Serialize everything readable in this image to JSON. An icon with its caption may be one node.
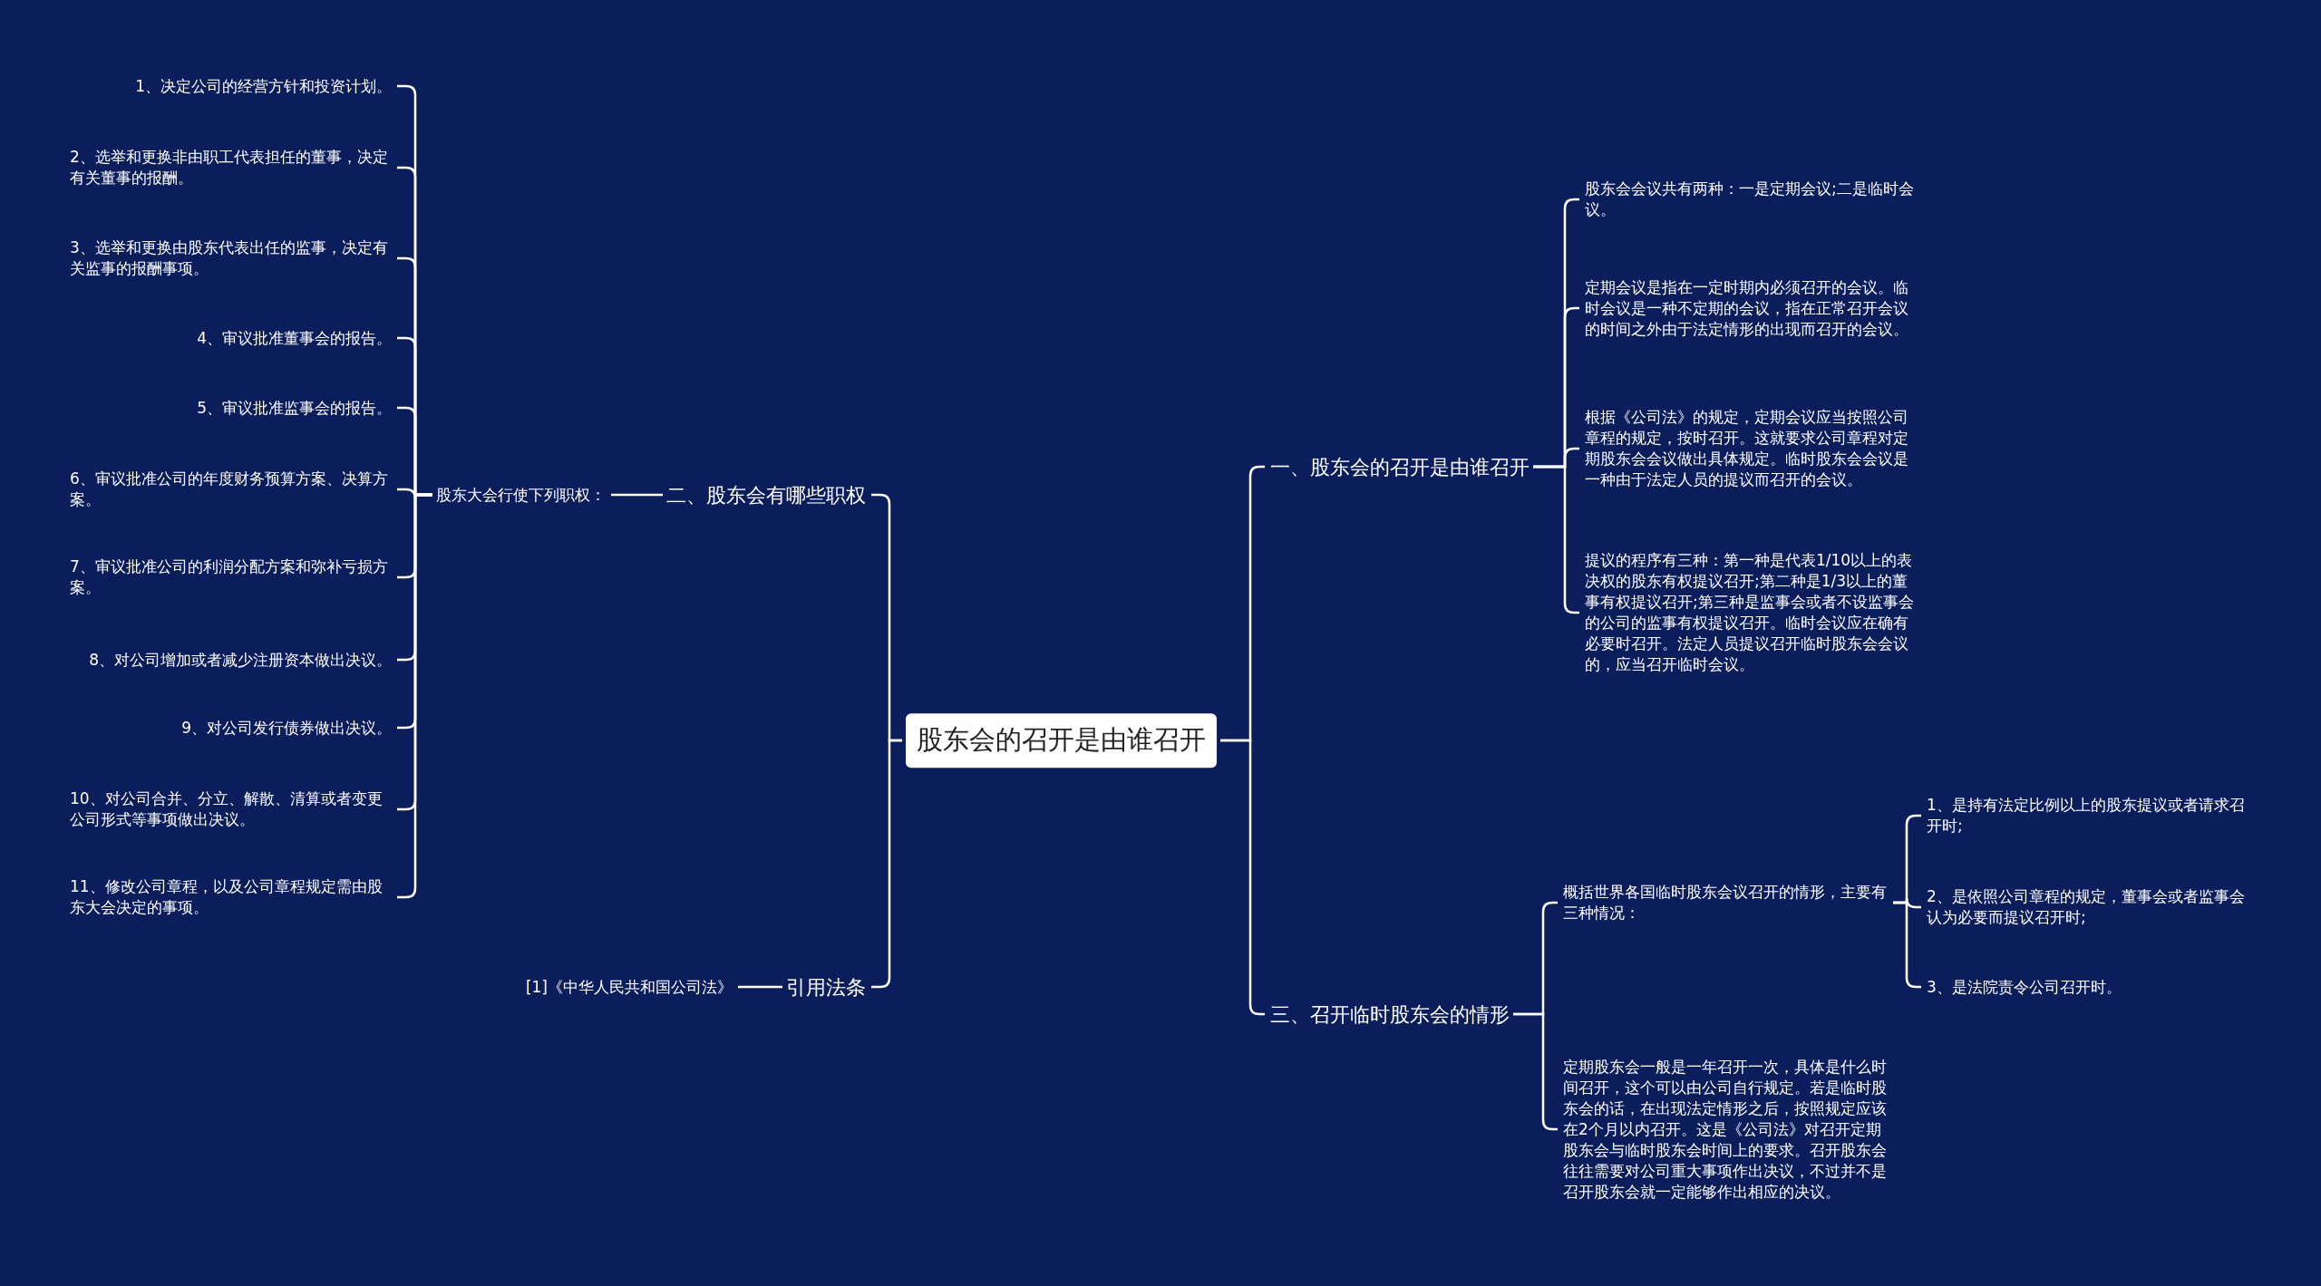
{
  "diagram": {
    "nodes": [
      {
        "text": [
          "股东会的召开是由谁召开"
        ]
      },
      {
        "text": [
          "一、股东会的召开是由谁召开"
        ]
      },
      {
        "text": [
          "股东会会议共有两种：一是定期会议;二是临时会议。"
        ]
      },
      {
        "text": [
          "定期会议是指在一定时期内必须召开的会议。临时会议是一种不定期的会议，指在正常召开会议的时间之外由于法定情形的出现而召开的会议。"
        ]
      },
      {
        "text": [
          "根据《公司法》的规定，定期会议应当按照公司章程的规定，按时召开。这就要求公司章程对定期股东会会议做出具体规定。临时股东会会议是一种由于法定人员的提议而召开的会议。"
        ]
      },
      {
        "text": [
          "提议的程序有三种：第一种是代表1/10以上的表决权的股东有权提议召开;第二种是1/3以上的董事有权提议召开;第三种是监事会或者不设监事会的公司的监事有权提议召开。临时会议应在确有必要时召开。法定人员提议召开临时股东会会议的，应当召开临时会议。"
        ]
      },
      {
        "text": [
          "三、召开临时股东会的情形"
        ]
      },
      {
        "text": [
          "概括世界各国临时股东会议召开的情形，主要有三种情况："
        ]
      },
      {
        "text": [
          "1、是持有法定比例以上的股东提议或者请求召开时;"
        ]
      },
      {
        "text": [
          "2、是依照公司章程的规定，董事会或者监事会认为必要而提议召开时;"
        ]
      },
      {
        "text": [
          "3、是法院责令公司召开时。"
        ]
      },
      {
        "text": [
          "定期股东会一般是一年召开一次，具体是什么时间召开，这个可以由公司自行规定。若是临时股东会的话，在出现法定情形之后，按照规定应该在2个月以内召开。这是《公司法》对召开定期股东会与临时股东会时间上的要求。召开股东会往往需要对公司重大事项作出决议，不过并不是召开股东会就一定能够作出相应的决议。"
        ]
      },
      {
        "text": [
          "二、股东会有哪些职权"
        ]
      },
      {
        "text": [
          "股东大会行使下列职权："
        ]
      },
      {
        "text": [
          "1、决定公司的经营方针和投资计划。"
        ]
      },
      {
        "text": [
          "2、选举和更换非由职工代表担任的董事，决定有关董事的报酬。"
        ]
      },
      {
        "text": [
          "3、选举和更换由股东代表出任的监事，决定有关监事的报酬事项。"
        ]
      },
      {
        "text": [
          "4、审议批准董事会的报告。"
        ]
      },
      {
        "text": [
          "5、审议批准监事会的报告。"
        ]
      },
      {
        "text": [
          "6、审议批准公司的年度财务预算方案、决算方案。"
        ]
      },
      {
        "text": [
          "7、审议批准公司的利润分配方案和弥补亏损方案。"
        ]
      },
      {
        "text": [
          "8、对公司增加或者减少注册资本做出决议。"
        ]
      },
      {
        "text": [
          "9、对公司发行债券做出决议。"
        ]
      },
      {
        "text": [
          "10、对公司合并、分立、解散、清算或者变更公司形式等事项做出决议。"
        ]
      },
      {
        "text": [
          "11、修改公司章程，以及公司章程规定需由股东大会决定的事项。"
        ]
      },
      {
        "text": [
          "引用法条"
        ]
      },
      {
        "text": [
          "[1]《中华人民共和国公司法》"
        ]
      }
    ],
    "edges": [
      {
        "from": 0,
        "to": 1,
        "arrow": "none"
      },
      {
        "from": 0,
        "to": 6,
        "arrow": "none"
      },
      {
        "from": 0,
        "to": 12,
        "arrow": "none"
      },
      {
        "from": 0,
        "to": 25,
        "arrow": "none"
      },
      {
        "from": 1,
        "to": 2,
        "arrow": "none"
      },
      {
        "from": 1,
        "to": 3,
        "arrow": "none"
      },
      {
        "from": 1,
        "to": 4,
        "arrow": "none"
      },
      {
        "from": 1,
        "to": 5,
        "arrow": "none"
      },
      {
        "from": 6,
        "to": 7,
        "arrow": "none"
      },
      {
        "from": 6,
        "to": 11,
        "arrow": "none"
      },
      {
        "from": 7,
        "to": 8,
        "arrow": "none"
      },
      {
        "from": 7,
        "to": 9,
        "arrow": "none"
      },
      {
        "from": 7,
        "to": 10,
        "arrow": "none"
      },
      {
        "from": 12,
        "to": 13,
        "arrow": "none"
      },
      {
        "from": 13,
        "to": 14,
        "arrow": "none"
      },
      {
        "from": 13,
        "to": 15,
        "arrow": "none"
      },
      {
        "from": 13,
        "to": 16,
        "arrow": "none"
      },
      {
        "from": 13,
        "to": 17,
        "arrow": "none"
      },
      {
        "from": 13,
        "to": 18,
        "arrow": "none"
      },
      {
        "from": 13,
        "to": 19,
        "arrow": "none"
      },
      {
        "from": 13,
        "to": 20,
        "arrow": "none"
      },
      {
        "from": 13,
        "to": 21,
        "arrow": "none"
      },
      {
        "from": 13,
        "to": 22,
        "arrow": "none"
      },
      {
        "from": 13,
        "to": 23,
        "arrow": "none"
      },
      {
        "from": 13,
        "to": 24,
        "arrow": "none"
      },
      {
        "from": 25,
        "to": 26,
        "arrow": "none"
      }
    ]
  }
}
